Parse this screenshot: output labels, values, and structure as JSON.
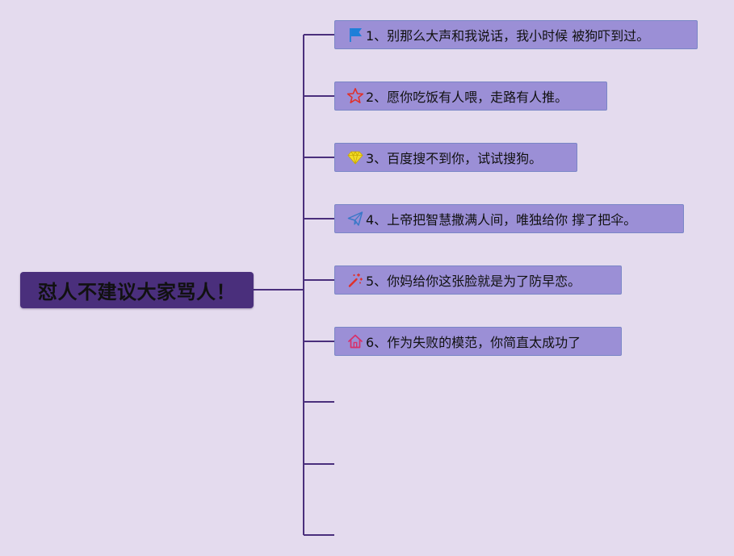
{
  "root": {
    "text": "怼人不建议大家骂人！"
  },
  "branches": [
    {
      "text": "1、别那么大声和我说话，我小时候 被狗吓到过。",
      "icon": "flag-icon"
    },
    {
      "text": "2、愿你吃饭有人喂，走路有人推。",
      "icon": "star-icon"
    },
    {
      "text": "3、百度搜不到你，试试搜狗。",
      "icon": "diamond-icon"
    },
    {
      "text": "4、上帝把智慧撒满人间，唯独给你 撑了把伞。",
      "icon": "paper-plane-icon"
    },
    {
      "text": "5、你妈给你这张脸就是为了防早恋。",
      "icon": "magic-wand-icon"
    },
    {
      "text": "6、作为失败的模范，你简直太成功了",
      "icon": "home-icon"
    }
  ],
  "colors": {
    "background": "#e4dbee",
    "root_fill": "#4a2f7c",
    "branch_fill": "#9b8fd6",
    "branch_border": "#7a86c6",
    "connector": "#4a2f7c",
    "flag": "#1e7fd8",
    "star": "#e0302a",
    "diamond": "#f2dc2a",
    "plane": "#3a78c8",
    "wand": "#e0302a",
    "home": "#d8306a"
  }
}
